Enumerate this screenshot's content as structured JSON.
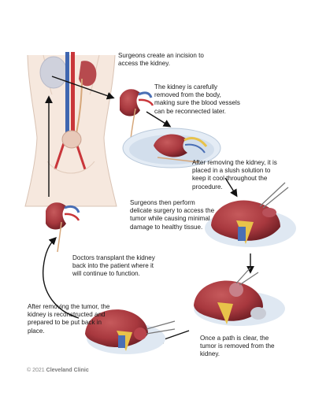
{
  "steps": [
    {
      "text": "Surgeons create an incision to\naccess the kidney."
    },
    {
      "text": "The kidney is carefully\nremoved from the body,\nmaking sure the blood vessels\ncan be reconnected later."
    },
    {
      "text": "After removing the kidney, it is\nplaced in a slush solution to\nkeep it cool throughout the\nprocedure."
    },
    {
      "text": "Surgeons then perform\ndelicate surgery to access the\ntumor while causing minimal\ndamage to healthy tissue."
    },
    {
      "text": "Once a path is clear, the\ntumor is removed from the\nkidney."
    },
    {
      "text": "After removing the tumor, the\nkidney is reconstructed and\nprepared to be put back in\nplace."
    },
    {
      "text": "Doctors transplant the kidney\nback into the patient where it\nwill continue to function."
    }
  ],
  "credit": {
    "year": "© 2021",
    "brand": "Cleveland Clinic"
  },
  "colors": {
    "kidney": "#a8383e",
    "kidney_dark": "#7e2127",
    "vein": "#4a6fb5",
    "artery": "#c9363a",
    "ice": "#dfe8f2",
    "fat": "#e8c24a",
    "arrow": "#111111"
  }
}
